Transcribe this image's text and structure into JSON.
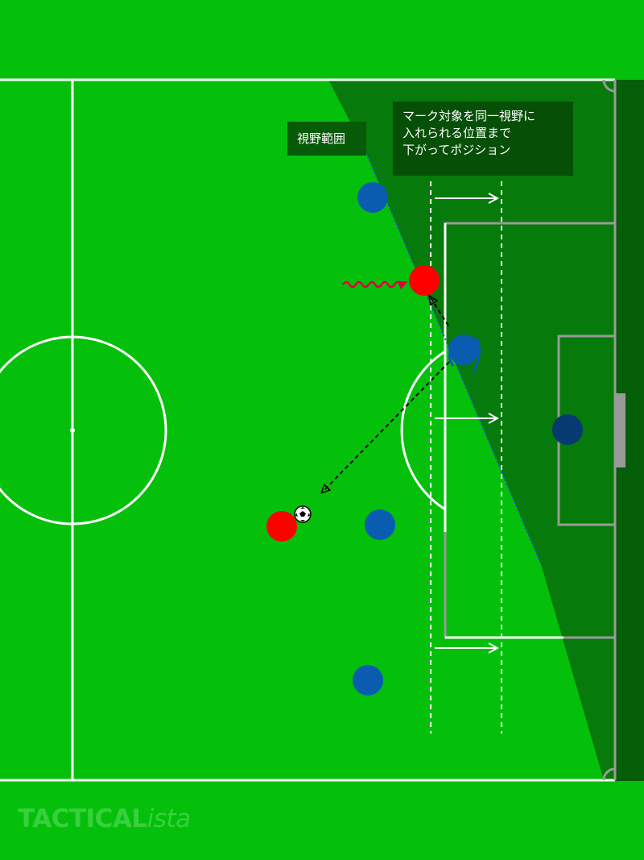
{
  "labels": {
    "vision_range": "視野範囲",
    "position_note": [
      "マーク対象を同一視野に",
      "入れられる位置まで",
      "下がってポジション"
    ]
  },
  "watermark": {
    "brand": "TACTICAL",
    "suffix": "ista"
  },
  "colors": {
    "pitch": "#05c00a",
    "shaded_zone": "#067a0a",
    "lines": "#ffffff",
    "goal_lines": "#9a9a9a",
    "attacker": "#ff0000",
    "defender": "#0a5cb0",
    "goalkeeper": "#063a70",
    "run_arrow": "#e0003a",
    "vision_edge": "#2255cc"
  },
  "players": {
    "attackers": [
      "attacker-runner",
      "attacker-ball-carrier"
    ],
    "defenders": [
      "defender-top",
      "defender-marking",
      "defender-center",
      "defender-bottom"
    ],
    "goalkeeper": "goalkeeper",
    "ball": "soccer-ball-icon"
  }
}
